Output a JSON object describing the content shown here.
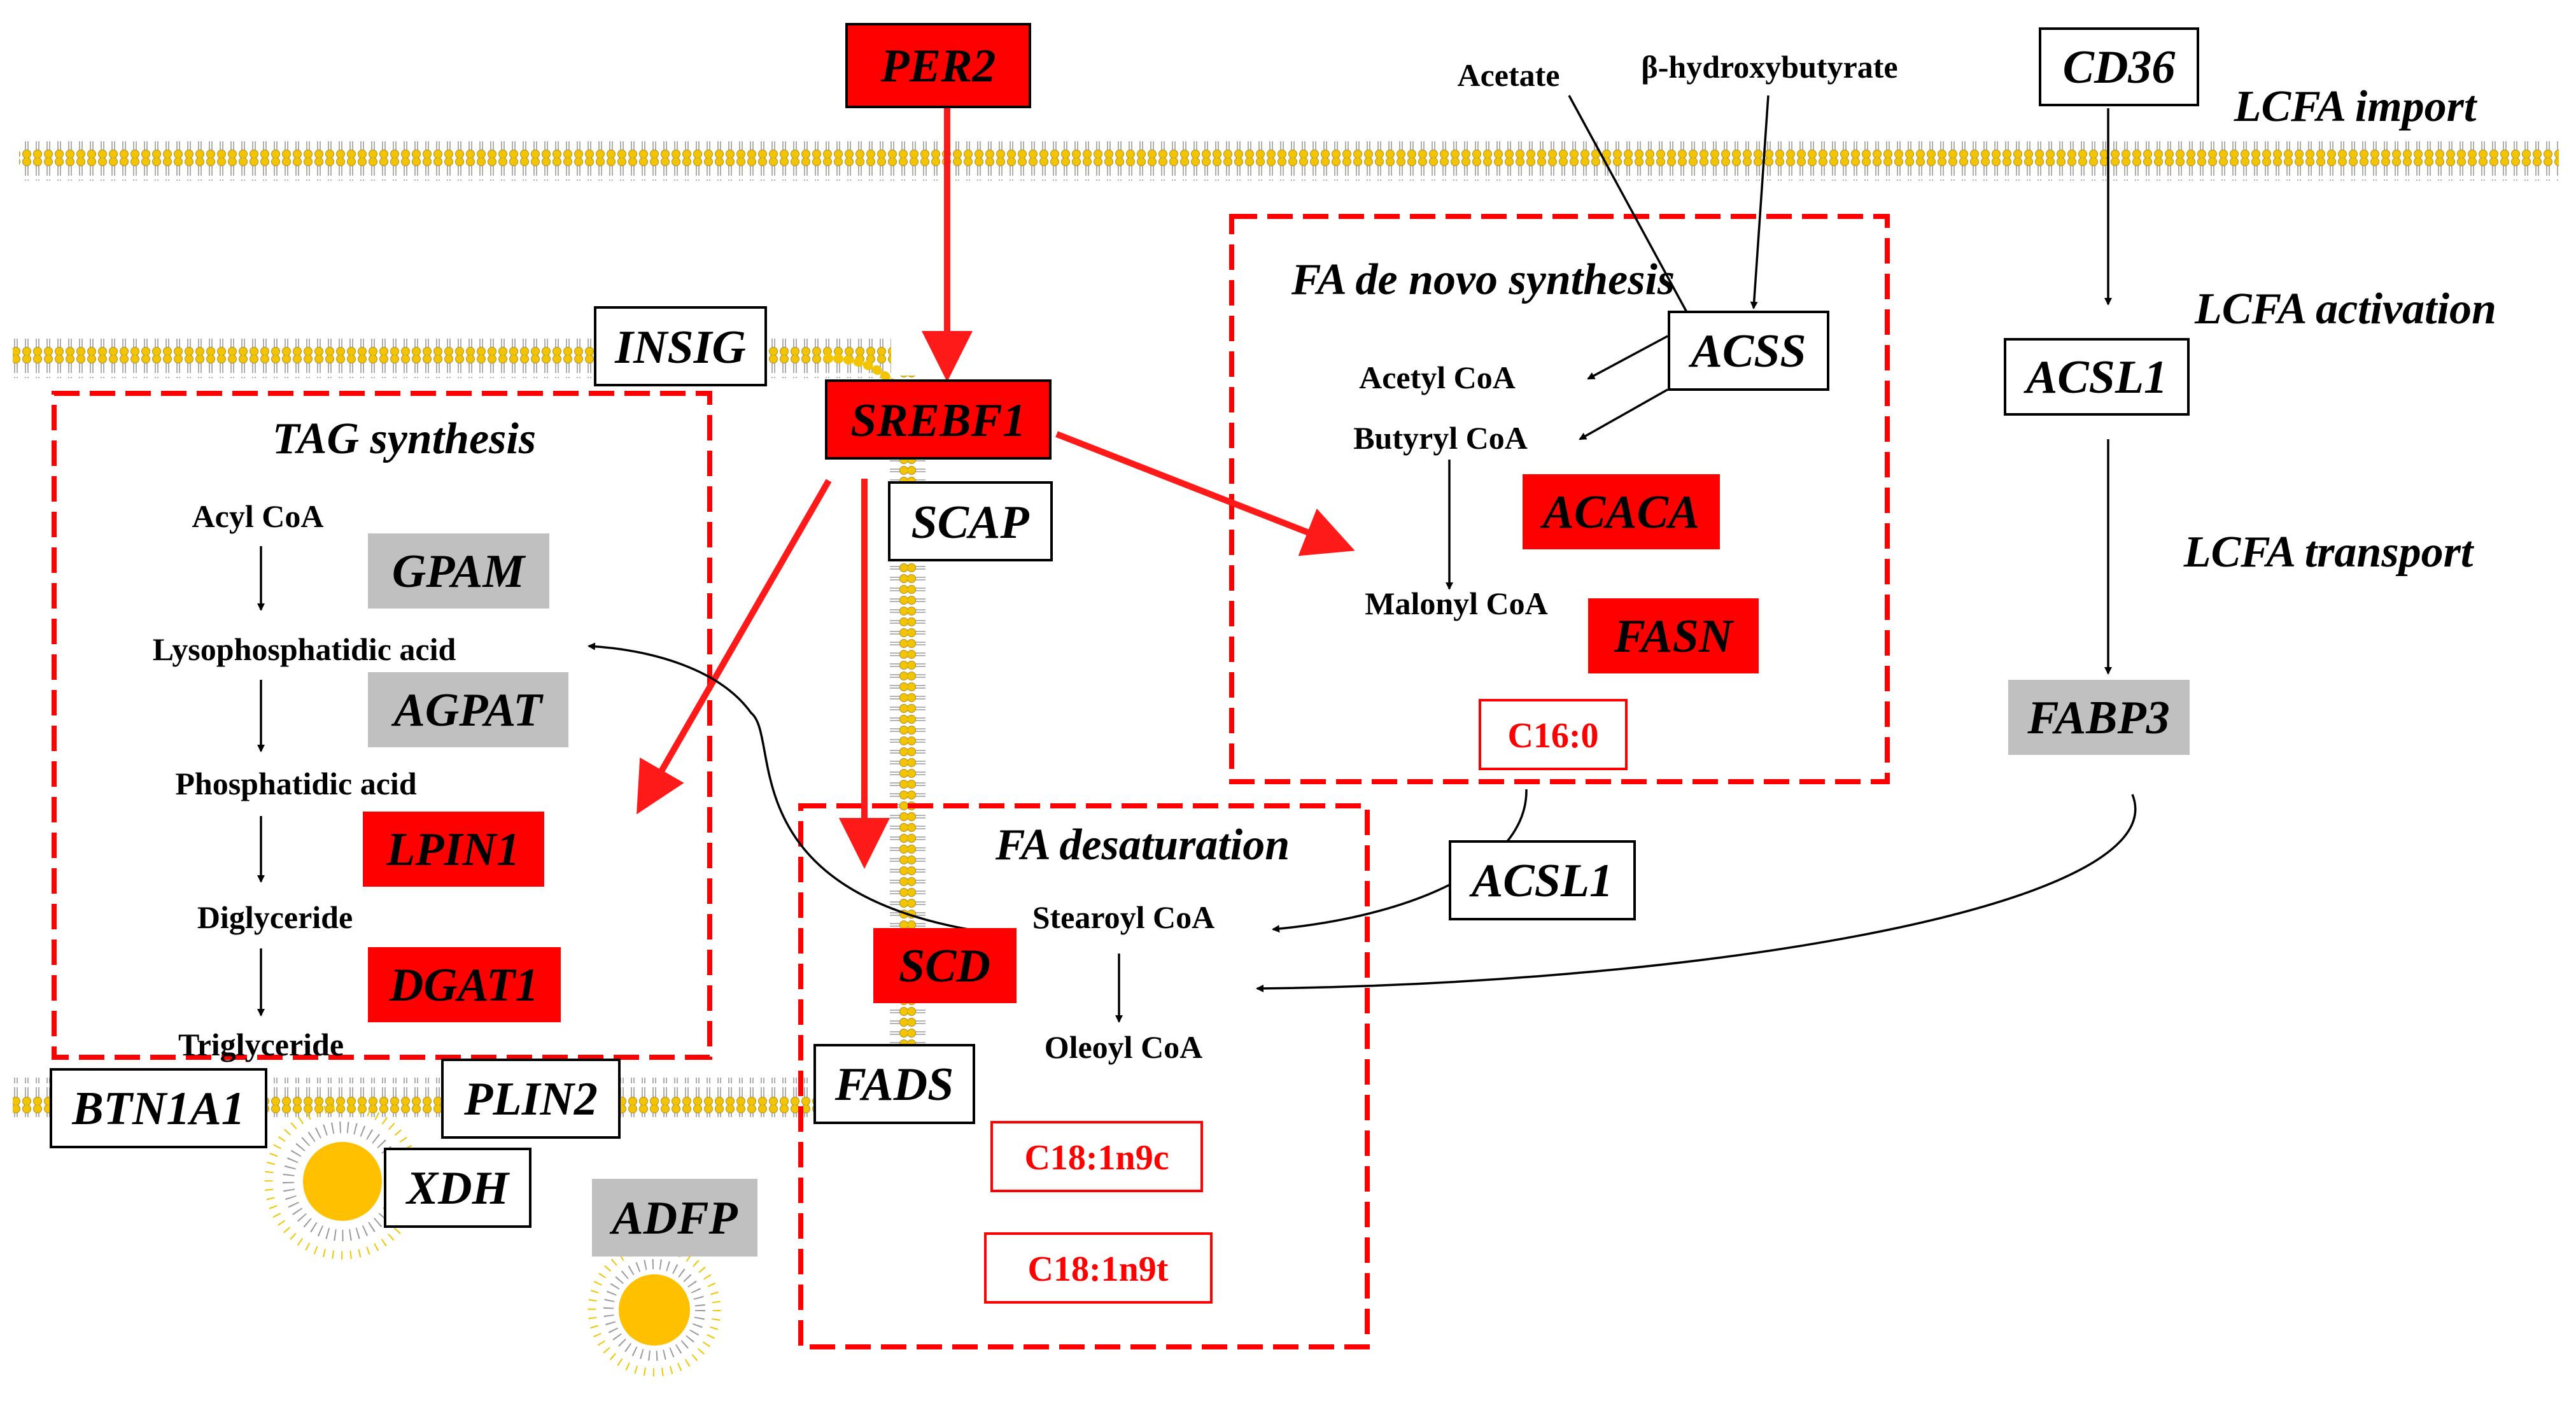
{
  "colors": {
    "up": "#ff0000",
    "neutral": "#c0c0c0",
    "plain": "#ffffff",
    "membrane": "#f3c400",
    "membrane_edge": "#b08f2a",
    "arrow_red": "#ff1a1a",
    "arrow_black": "#000000"
  },
  "sections": {
    "tag_synthesis": "TAG synthesis",
    "fa_de_novo": "FA de novo synthesis",
    "fa_desaturation": "FA desaturation",
    "lcfa_import": "LCFA import",
    "lcfa_activation": "LCFA activation",
    "lcfa_transport": "LCFA transport"
  },
  "genes": {
    "per2": "PER2",
    "srebf1": "SREBF1",
    "insig": "INSIG",
    "scap": "SCAP",
    "gpam": "GPAM",
    "agpat": "AGPAT",
    "lpin1": "LPIN1",
    "dgat1": "DGAT1",
    "btn1a1": "BTN1A1",
    "plin2": "PLIN2",
    "xdh": "XDH",
    "adfp": "ADFP",
    "acss": "ACSS",
    "acaca": "ACACA",
    "fasn": "FASN",
    "scd": "SCD",
    "fads": "FADS",
    "acsl1_mid": "ACSL1",
    "cd36": "CD36",
    "acsl1_right": "ACSL1",
    "fabp3": "FABP3"
  },
  "metabolites": {
    "acyl_coa": "Acyl CoA",
    "lysophosphatidic_acid": "Lysophosphatidic  acid",
    "phosphatidic_acid": "Phosphatidic acid",
    "diglyceride": "Diglyceride",
    "triglyceride": "Triglyceride",
    "acetate": "Acetate",
    "beta_hydroxybutyrate": "β-hydroxybutyrate",
    "acetyl_coa": "Acetyl CoA",
    "butyryl_coa": "Butyryl CoA",
    "malonyl_coa": "Malonyl CoA",
    "stearoyl_coa": "Stearoyl CoA",
    "oleoyl_coa": "Oleoyl CoA"
  },
  "fatty_acids": {
    "c16_0": "C16:0",
    "c18_1n9c": "C18:1n9c",
    "c18_1n9t": "C18:1n9t"
  }
}
